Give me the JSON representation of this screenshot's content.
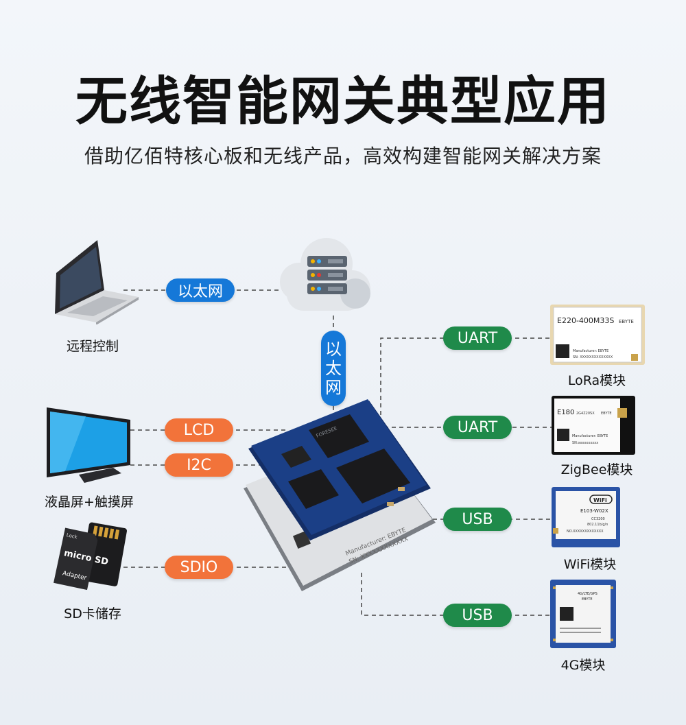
{
  "header": {
    "title": "无线智能网关典型应用",
    "subtitle": "借助亿佰特核心板和无线产品，高效构建智能网关解决方案"
  },
  "left_devices": [
    {
      "caption": "远程控制",
      "icon": "laptop-icon"
    },
    {
      "caption": "液晶屏+触摸屏",
      "icon": "monitor-icon"
    },
    {
      "caption": "SD卡储存",
      "icon": "sd-card-icon"
    }
  ],
  "right_modules": [
    {
      "caption": "LoRa模块",
      "model": "E220-400M33S",
      "brand": "EBYTE",
      "maker": "Manufacturer: EBYTE",
      "sn": "SN: XXXXXXXXXXXXXX"
    },
    {
      "caption": "ZigBee模块",
      "model": "E180",
      "sub": "2G4Z20SX",
      "brand": "EBYTE",
      "maker": "Manufacturer: EBYTE",
      "sn": "SN:xxxxxxxxxx"
    },
    {
      "caption": "WiFi模块",
      "model": "E103-W02X",
      "logo": "WiFi",
      "chip": "CC3200",
      "std": "802.11b/g/n",
      "sn": "NO.XXXXXXXXXXXXX"
    },
    {
      "caption": "4G模块",
      "model": "4G/LTE/GPS",
      "brand": "EBYTE"
    }
  ],
  "connections": {
    "laptop": "以太网",
    "cloud_vertical": [
      "以",
      "太",
      "网"
    ],
    "lcd": "LCD",
    "i2c": "I2C",
    "sdio": "SDIO",
    "lora": "UART",
    "zigbee": "UART",
    "wifi": "USB",
    "g4": "USB"
  },
  "board": {
    "chip_brand": "FORESEE",
    "core_text": "Manufacturer: EBYTE",
    "core_sn": "SN: XXXXXXXXXXXX"
  },
  "sd_card": {
    "brand": "micro SD",
    "label": "Adapter",
    "lock": "Lock"
  },
  "colors": {
    "blue": "#1578d8",
    "orange": "#f2733a",
    "green": "#1f8a4a",
    "pcb_blue": "#1b3f86"
  }
}
